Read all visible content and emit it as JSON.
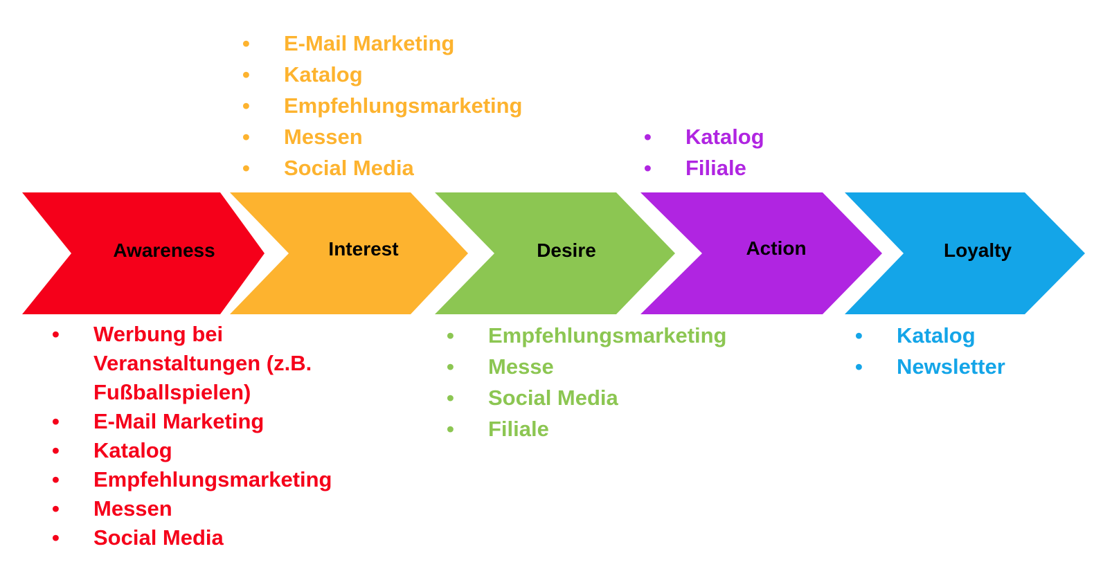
{
  "stages": [
    {
      "label": "Awareness",
      "color": "#F5001A"
    },
    {
      "label": "Interest",
      "color": "#FDB32F"
    },
    {
      "label": "Desire",
      "color": "#8CC652"
    },
    {
      "label": "Action",
      "color": "#B025E1"
    },
    {
      "label": "Loyalty",
      "color": "#14A5E8"
    }
  ],
  "lists": {
    "awareness": {
      "color": "#F5001A",
      "items": [
        "Werbung bei Veranstaltungen (z.B. Fußballspielen)",
        "E-Mail Marketing",
        "Katalog",
        "Empfehlungsmarketing",
        "Messen",
        "Social Media"
      ]
    },
    "interest": {
      "color": "#FDB32F",
      "items": [
        "E-Mail Marketing",
        "Katalog",
        "Empfehlungsmarketing",
        "Messen",
        "Social Media"
      ]
    },
    "desire": {
      "color": "#8CC652",
      "items": [
        "Empfehlungsmarketing",
        "Messe",
        "Social Media",
        "Filiale"
      ]
    },
    "action": {
      "color": "#B025E1",
      "items": [
        "Katalog",
        "Filiale"
      ]
    },
    "loyalty": {
      "color": "#14A5E8",
      "items": [
        "Katalog",
        "Newsletter"
      ]
    }
  }
}
